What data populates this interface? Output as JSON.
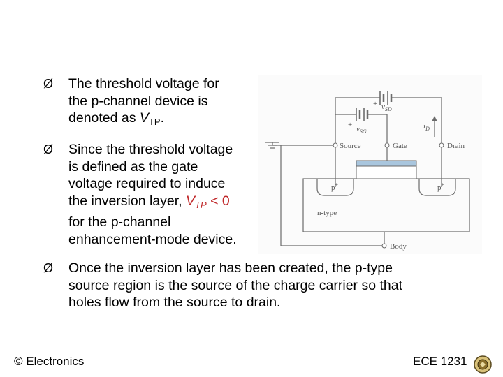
{
  "bullets": [
    {
      "marker": "Ø",
      "line1": "The threshold voltage for",
      "line2": "the p-channel device is",
      "line3_prefix": "denoted as ",
      "var": "V",
      "sub": "TP",
      "suffix": "."
    },
    {
      "marker": "Ø",
      "line1": "Since the threshold voltage",
      "line2": "is defined as the gate",
      "line3": "voltage required to induce",
      "line4_prefix": "the inversion layer, ",
      "var": "V",
      "sub": "TP",
      "cond": " < 0",
      "line5": "for the p-channel",
      "line6": "enhancement-mode device."
    },
    {
      "marker": "Ø",
      "line1": "Once the inversion layer has been created, the p-type",
      "line2": "source region is the source of the charge carrier so that",
      "line3": "holes flow from the source to drain."
    }
  ],
  "circuit": {
    "vsd_plus": "+",
    "vsd_minus": "−",
    "vsd_label": "v",
    "vsd_sub": "SD",
    "vsg_plus": "+",
    "vsg_minus": "−",
    "vsg_label": "v",
    "vsg_sub": "SG",
    "id_label": "i",
    "id_sub": "D",
    "source_label": "Source",
    "gate_label": "Gate",
    "drain_label": "Drain",
    "p_left": "p",
    "p_left_sup": "+",
    "p_right": "p",
    "p_right_sup": "+",
    "ntype_label": "n-type",
    "body_label": "Body"
  },
  "footer": {
    "left": "© Electronics",
    "right": "ECE 1231"
  },
  "colors": {
    "emphasis": "#c0282a",
    "gate_oxide": "#a9c6de"
  }
}
